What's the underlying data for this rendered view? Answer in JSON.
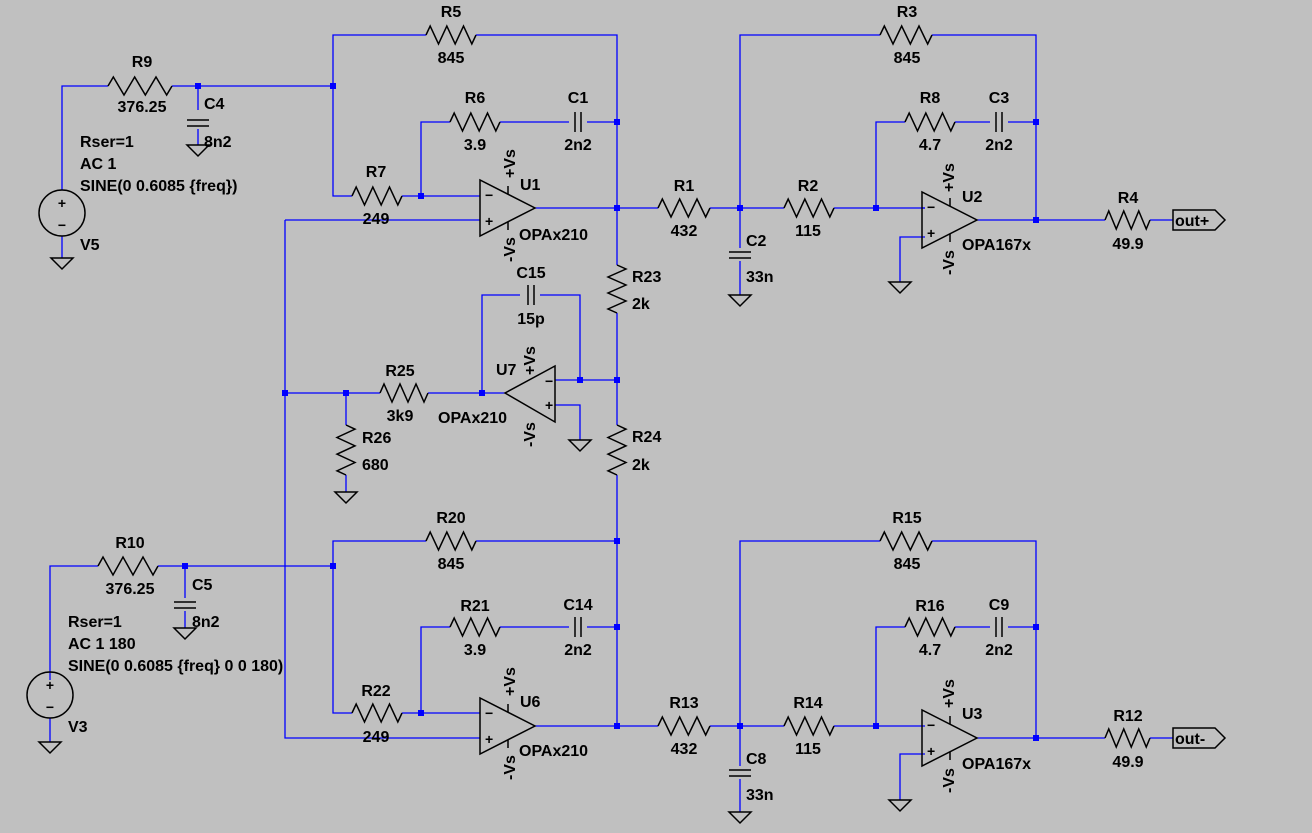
{
  "colors": {
    "background": "#c0c0c0",
    "wire": "#0000ff",
    "component": "#000000"
  },
  "components": {
    "R1": {
      "name": "R1",
      "value": "432"
    },
    "R2": {
      "name": "R2",
      "value": "115"
    },
    "R3": {
      "name": "R3",
      "value": "845"
    },
    "R4": {
      "name": "R4",
      "value": "49.9"
    },
    "R5": {
      "name": "R5",
      "value": "845"
    },
    "R6": {
      "name": "R6",
      "value": "3.9"
    },
    "R7": {
      "name": "R7",
      "value": "249"
    },
    "R8": {
      "name": "R8",
      "value": "4.7"
    },
    "R9": {
      "name": "R9",
      "value": "376.25"
    },
    "R10": {
      "name": "R10",
      "value": "376.25"
    },
    "R12": {
      "name": "R12",
      "value": "49.9"
    },
    "R13": {
      "name": "R13",
      "value": "432"
    },
    "R14": {
      "name": "R14",
      "value": "115"
    },
    "R15": {
      "name": "R15",
      "value": "845"
    },
    "R16": {
      "name": "R16",
      "value": "4.7"
    },
    "R20": {
      "name": "R20",
      "value": "845"
    },
    "R21": {
      "name": "R21",
      "value": "3.9"
    },
    "R22": {
      "name": "R22",
      "value": "249"
    },
    "R23": {
      "name": "R23",
      "value": "2k"
    },
    "R24": {
      "name": "R24",
      "value": "2k"
    },
    "R25": {
      "name": "R25",
      "value": "3k9"
    },
    "R26": {
      "name": "R26",
      "value": "680"
    },
    "C1": {
      "name": "C1",
      "value": "2n2"
    },
    "C2": {
      "name": "C2",
      "value": "33n"
    },
    "C3": {
      "name": "C3",
      "value": "2n2"
    },
    "C4": {
      "name": "C4",
      "value": "8n2"
    },
    "C5": {
      "name": "C5",
      "value": "8n2"
    },
    "C8": {
      "name": "C8",
      "value": "33n"
    },
    "C9": {
      "name": "C9",
      "value": "2n2"
    },
    "C14": {
      "name": "C14",
      "value": "2n2"
    },
    "C15": {
      "name": "C15",
      "value": "15p"
    },
    "U1": {
      "name": "U1",
      "model": "OPAx210"
    },
    "U2": {
      "name": "U2",
      "model": "OPA167x"
    },
    "U3": {
      "name": "U3",
      "model": "OPA167x"
    },
    "U6": {
      "name": "U6",
      "model": "OPAx210"
    },
    "U7": {
      "name": "U7",
      "model": "OPAx210"
    },
    "V5": {
      "name": "V5",
      "params": [
        "Rser=1",
        "AC 1",
        "SINE(0 0.6085 {freq})"
      ]
    },
    "V3": {
      "name": "V3",
      "params": [
        "Rser=1",
        "AC 1 180",
        "SINE(0 0.6085 {freq} 0 0 180)"
      ]
    }
  },
  "supply_labels": {
    "positive": "+Vs",
    "negative": "-Vs"
  },
  "pin_signs": {
    "plus": "+",
    "minus": "−"
  },
  "source_signs": {
    "plus": "+",
    "minus": "−"
  },
  "ports": {
    "out_plus": "out+",
    "out_minus": "out-"
  }
}
